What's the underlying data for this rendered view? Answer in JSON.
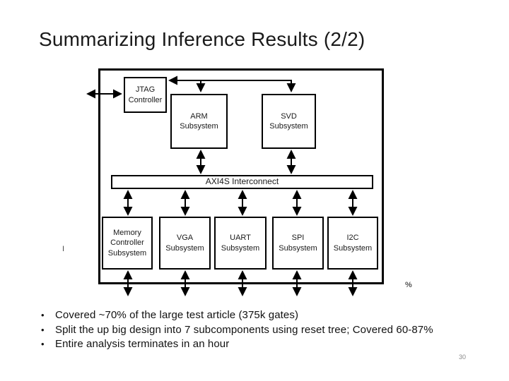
{
  "slide": {
    "title": "Summarizing Inference Results (2/2)",
    "page_number": "30"
  },
  "diagram": {
    "nodes": {
      "jtag": "JTAG Controller",
      "arm": "ARM Subsystem",
      "svd": "SVD Subsystem",
      "axi": "AXI4S Interconnect",
      "memory": "Memory Controller Subsystem",
      "vga": "VGA Subsystem",
      "uart": "UART Subsystem",
      "spi": "SPI Subsystem",
      "i2c": "I2C Subsystem"
    },
    "stray_left_mark": "I",
    "stray_percent_mark": "%"
  },
  "bullets": [
    "Covered ~70% of the large test article (375k gates)",
    "Split the up big design into 7 subcomponents using reset tree; Covered 60-87%",
    "Entire analysis terminates in an hour"
  ],
  "colors": {
    "text": "#1a1a1a",
    "border": "#000000",
    "muted": "#8a8a8a"
  }
}
